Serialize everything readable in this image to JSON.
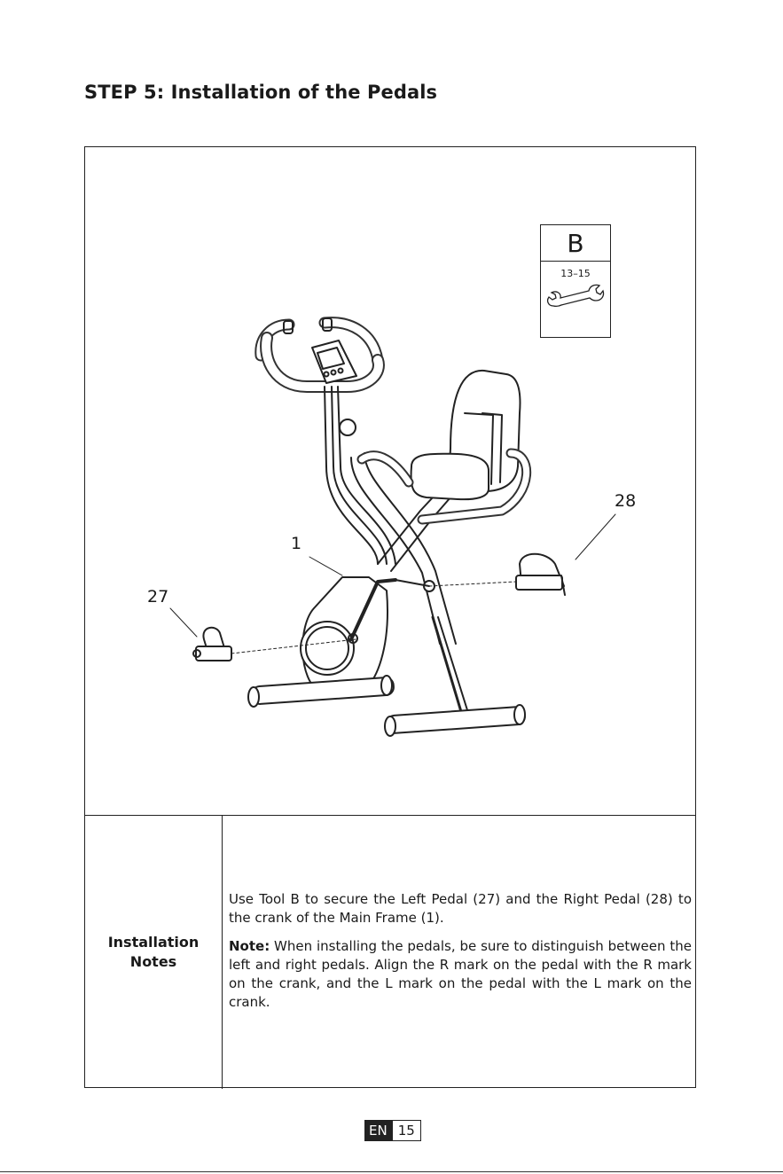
{
  "page": {
    "title": "STEP 5: Installation of the Pedals"
  },
  "tool": {
    "letter": "B",
    "size": "13–15",
    "icon": "wrench-icon"
  },
  "callouts": {
    "main_frame": "1",
    "left_pedal": "27",
    "right_pedal": "28"
  },
  "notes": {
    "label_line1": "Installation",
    "label_line2": "Notes",
    "paragraph1": "Use Tool B to secure the Left Pedal (27) and the Right Pedal (28) to the crank of the Main Frame (1).",
    "note_label": "Note:",
    "paragraph2": " When installing the pedals, be sure to distinguish between the left and right pedals. Align the R mark on the pedal with the R mark on the crank, and the L mark on the pedal with the L mark on the crank."
  },
  "footer": {
    "language": "EN",
    "page_number": "15"
  }
}
